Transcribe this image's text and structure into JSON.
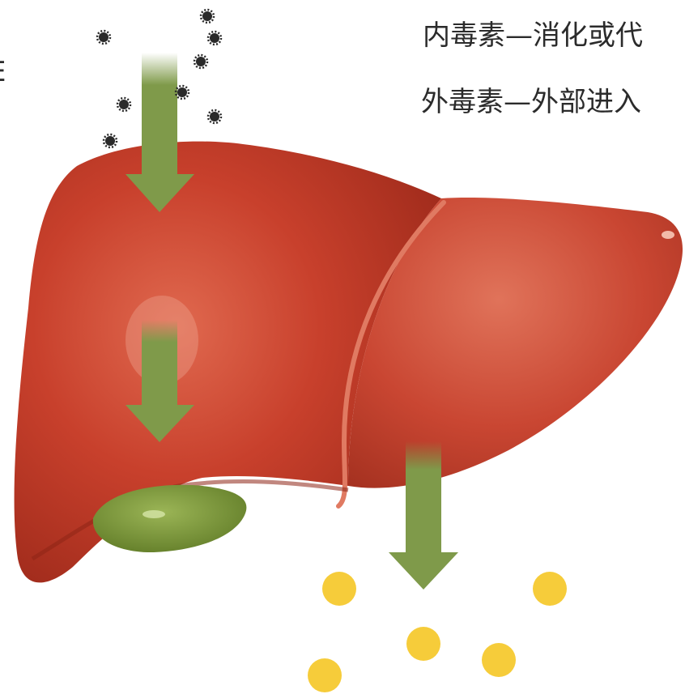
{
  "labels": {
    "endotoxin": "内毒素—消化或代",
    "exotoxin": "外毒素—外部进入",
    "edge_fragment": "E"
  },
  "colors": {
    "liver": "#c8402c",
    "liver_dark": "#9e2a1c",
    "gallbladder": "#7f9b3b",
    "arrow": "#7f9a4a",
    "toxin_particle": "#2a2a2a",
    "product_particle": "#f6cc3a",
    "text": "#2b2b2b"
  },
  "icons": {
    "toxin": "spiky-dot-icon",
    "product": "yellow-dot-icon",
    "flow": "arrow-down-icon"
  }
}
